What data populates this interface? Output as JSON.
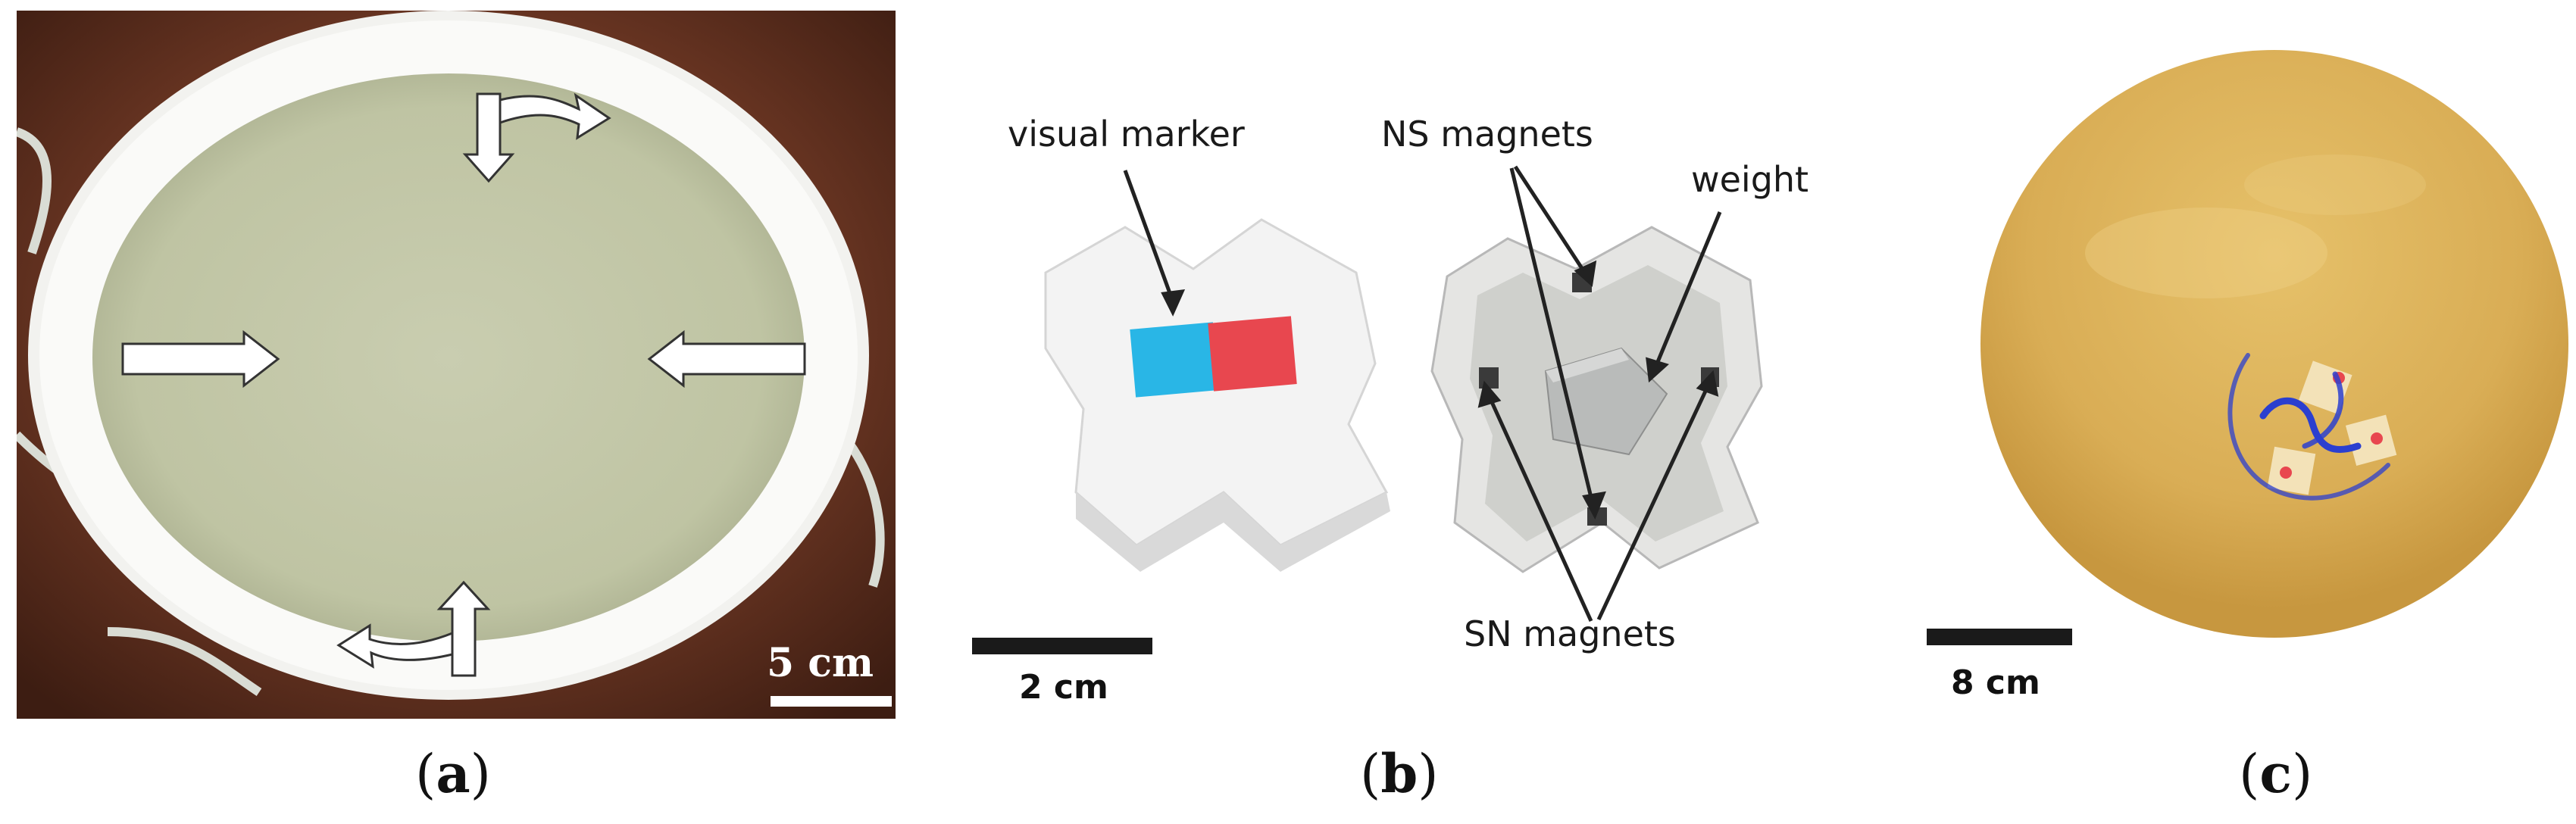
{
  "panels": [
    {
      "id": "a",
      "caption_letter": "a",
      "scale_label": "5 cm"
    },
    {
      "id": "b",
      "caption_letter": "b",
      "scale_label": "2 cm",
      "annotations": {
        "visual_marker": "visual marker",
        "ns_magnets": "NS magnets",
        "weight": "weight",
        "sn_magnets": "SN magnets"
      }
    },
    {
      "id": "c",
      "caption_letter": "c",
      "scale_label": "8 cm"
    }
  ],
  "colors": {
    "water": "#c2c7a6",
    "basin_rim": "#f4f4f2",
    "background_wood": "#6b3623",
    "marker_blue": "#29b6e6",
    "marker_red": "#e8474f",
    "arena_yellow": "#dcb25a",
    "trajectory_blue": "#2b3fcf"
  }
}
